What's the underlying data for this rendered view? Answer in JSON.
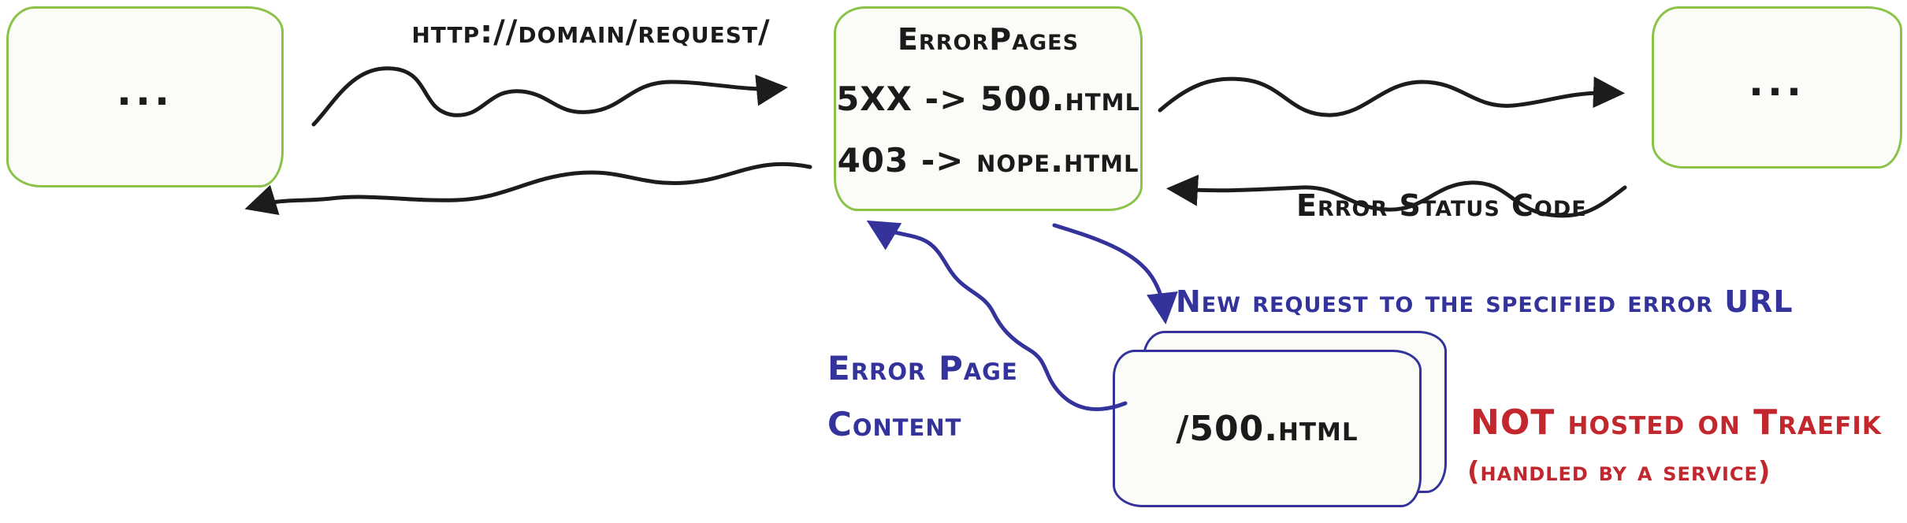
{
  "diagram": {
    "boxes": {
      "client": {
        "label": "..."
      },
      "errorpages": {
        "title": "ErrorPages",
        "rules": [
          "5XX -> 500.html",
          "403 -> nope.html"
        ]
      },
      "service": {
        "label": "..."
      },
      "error_page": {
        "label": "/500.html"
      }
    },
    "labels": {
      "request_url": "http://domain/request/",
      "error_status_code": "Error Status Code",
      "new_request": "New request to the specified error URL",
      "error_page_content_line1": "Error Page",
      "error_page_content_line2": "Content",
      "not_hosted": "NOT hosted on Traefik",
      "handled_by": "(handled by a service)"
    },
    "arrows": [
      {
        "from": "client",
        "to": "errorpages",
        "color": "black"
      },
      {
        "from": "errorpages",
        "to": "service",
        "color": "black"
      },
      {
        "from": "service",
        "to": "errorpages",
        "color": "black"
      },
      {
        "from": "errorpages",
        "to": "client",
        "color": "black"
      },
      {
        "from": "errorpages",
        "to": "error_page",
        "color": "blue"
      },
      {
        "from": "error_page",
        "to": "errorpages",
        "color": "blue"
      }
    ],
    "colors": {
      "box_border_green": "#8bc34a",
      "arrow_black": "#1c1c1c",
      "accent_blue": "#33339b",
      "accent_red": "#c1272d",
      "box_fill": "#fbfbf8",
      "background": "#ffffff"
    }
  }
}
